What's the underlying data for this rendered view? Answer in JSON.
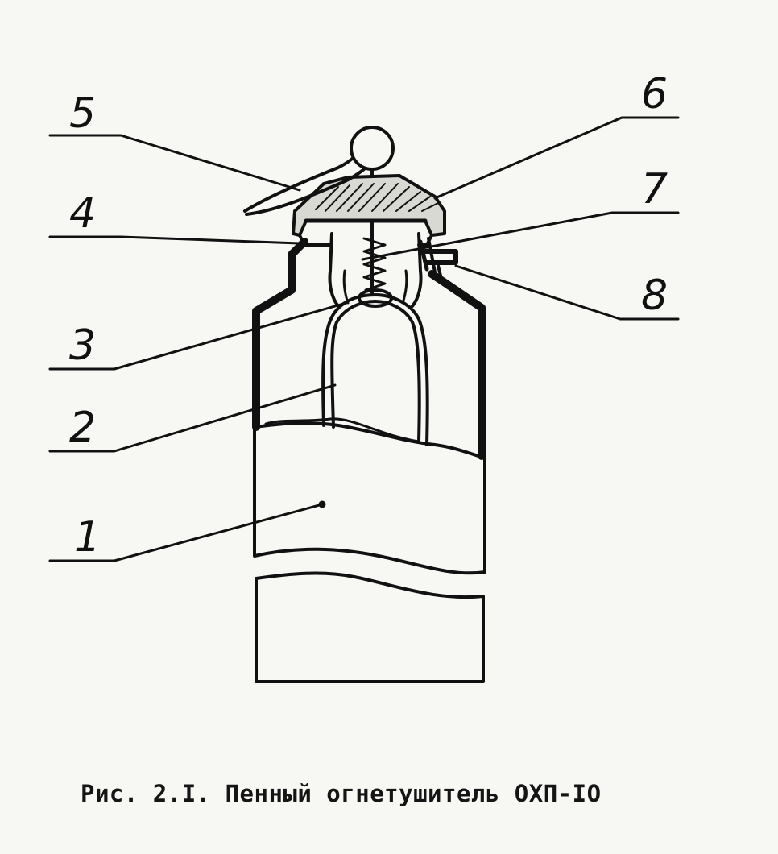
{
  "figure": {
    "caption": "Рис. 2.I. Пенный огнетушитель ОХП-IO",
    "callouts": [
      {
        "id": "1",
        "label": "1"
      },
      {
        "id": "2",
        "label": "2"
      },
      {
        "id": "3",
        "label": "3"
      },
      {
        "id": "4",
        "label": "4"
      },
      {
        "id": "5",
        "label": "5"
      },
      {
        "id": "6",
        "label": "6"
      },
      {
        "id": "7",
        "label": "7"
      },
      {
        "id": "8",
        "label": "8"
      }
    ]
  }
}
